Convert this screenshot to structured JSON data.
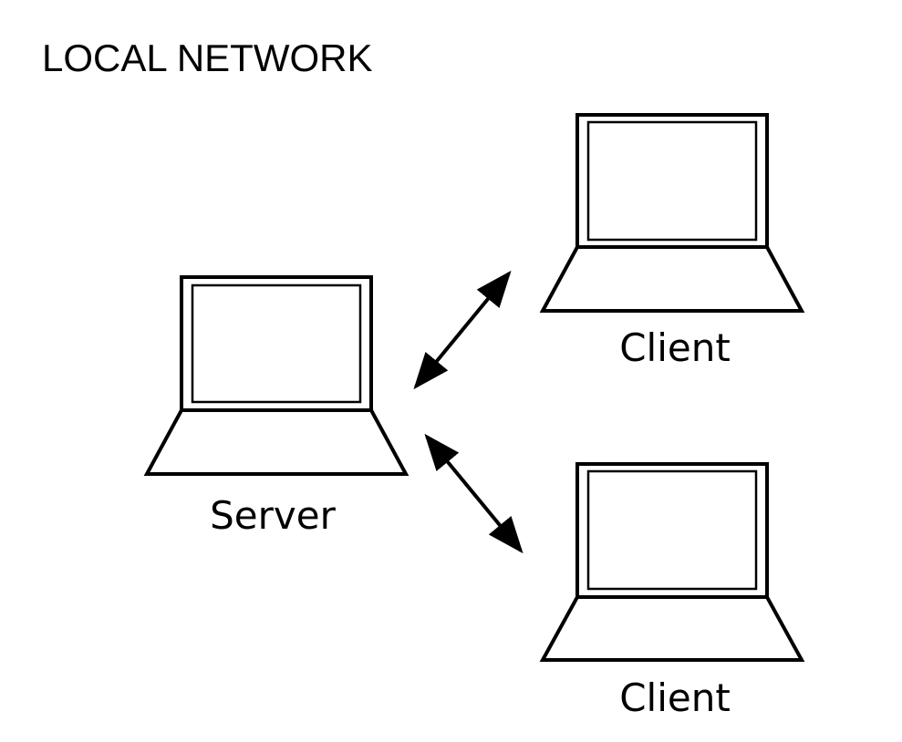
{
  "title": "LOCAL NETWORK",
  "nodes": {
    "server": {
      "label": "Server",
      "icon": "laptop-icon"
    },
    "client_top": {
      "label": "Client",
      "icon": "laptop-icon"
    },
    "client_bottom": {
      "label": "Client",
      "icon": "laptop-icon"
    }
  },
  "links": [
    {
      "from": "server",
      "to": "client_top",
      "direction": "bidirectional"
    },
    {
      "from": "server",
      "to": "client_bottom",
      "direction": "bidirectional"
    }
  ],
  "colors": {
    "stroke": "#000000",
    "background": "#ffffff"
  }
}
